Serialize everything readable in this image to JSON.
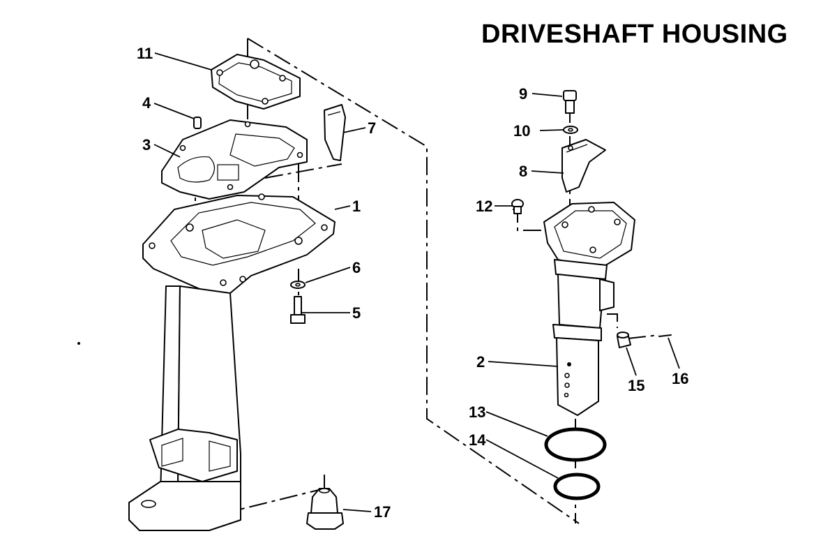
{
  "title": "DRIVESHAFT HOUSING",
  "callouts": {
    "c1": "1",
    "c2": "2",
    "c3": "3",
    "c4": "4",
    "c5": "5",
    "c6": "6",
    "c7": "7",
    "c8": "8",
    "c9": "9",
    "c10": "10",
    "c11": "11",
    "c12": "12",
    "c13": "13",
    "c14": "14",
    "c15": "15",
    "c16": "16",
    "c17": "17"
  }
}
